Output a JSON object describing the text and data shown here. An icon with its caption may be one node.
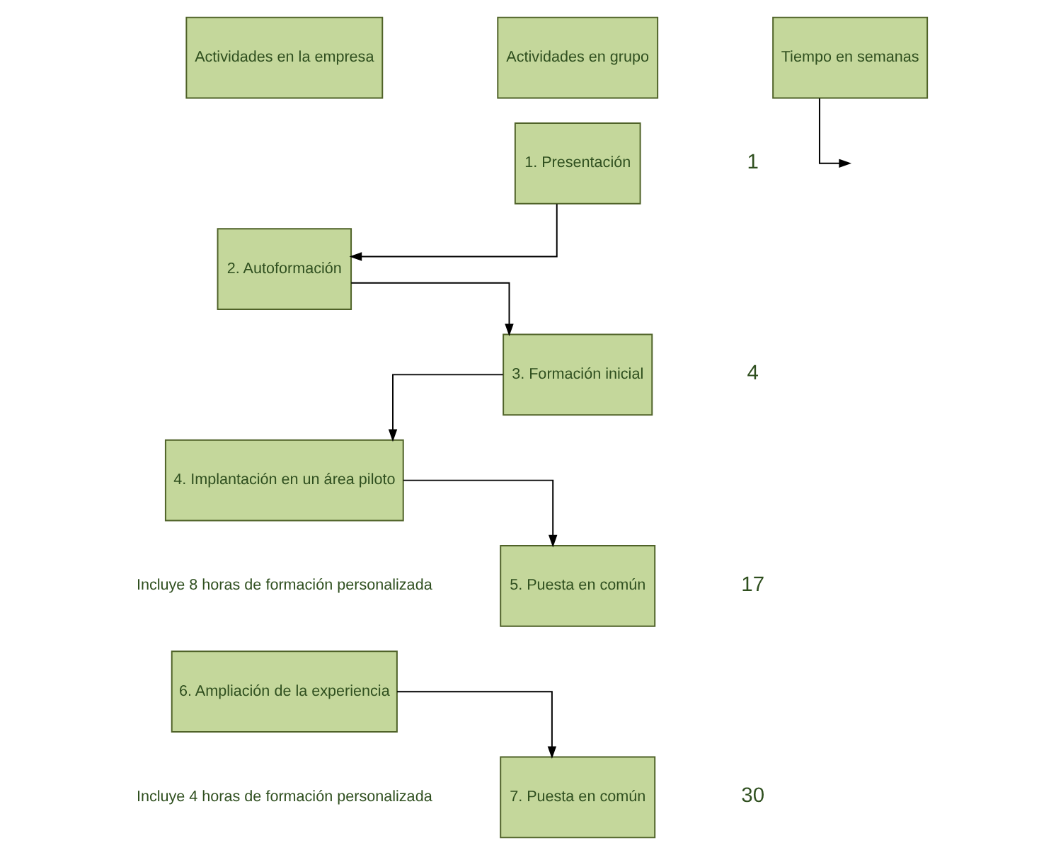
{
  "diagram": {
    "nodes": [
      {
        "text": [
          "Actividades en la empresa"
        ]
      },
      {
        "text": [
          "Actividades en grupo"
        ]
      },
      {
        "text": [
          "Tiempo en semanas"
        ]
      },
      {
        "text": [
          "1. Presentación"
        ]
      },
      {
        "text": [
          "2. Autoformación"
        ]
      },
      {
        "text": [
          "3. Formación inicial"
        ]
      },
      {
        "text": [
          "4. Implantación en un área piloto"
        ],
        "beside": [
          "Incluye 8 horas de formación personalizada"
        ]
      },
      {
        "text": [
          "5. Puesta en común"
        ]
      },
      {
        "text": [
          "6. Ampliación de la experiencia"
        ],
        "beside": [
          "Incluye 4 horas de formación personalizada"
        ]
      },
      {
        "text": [
          "7. Puesta en común"
        ]
      }
    ],
    "edges": [
      {
        "from": 3,
        "to": 4,
        "arrow": "to"
      },
      {
        "from": 4,
        "to": 5,
        "arrow": "to"
      },
      {
        "from": 5,
        "to": 6,
        "arrow": "to"
      },
      {
        "from": 6,
        "to": 7,
        "arrow": "to"
      },
      {
        "from": 8,
        "to": 9,
        "arrow": "to"
      },
      {
        "from": 2,
        "to": null,
        "arrow": "to"
      }
    ],
    "labels": [
      "1",
      "4",
      "17",
      "30"
    ]
  }
}
